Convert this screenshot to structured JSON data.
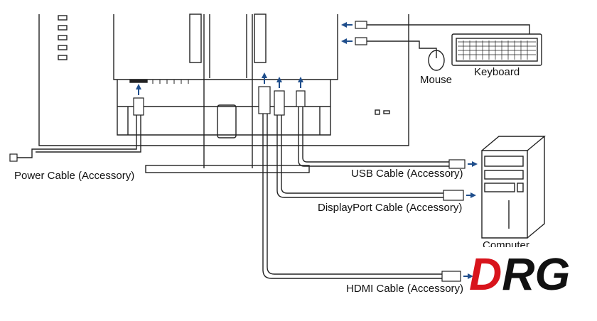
{
  "labels": {
    "power": "Power Cable (Accessory)",
    "usb": "USB Cable (Accessory)",
    "displayport": "DisplayPort Cable (Accessory)",
    "hdmi": "HDMI Cable (Accessory)",
    "mouse": "Mouse",
    "keyboard": "Keyboard",
    "computer": "Computer"
  },
  "logo": {
    "text": "DRG",
    "colors": {
      "d": "#d8141c",
      "rg": "#111111"
    }
  },
  "colors": {
    "line": "#222222",
    "arrow": "#1f4e8c"
  }
}
